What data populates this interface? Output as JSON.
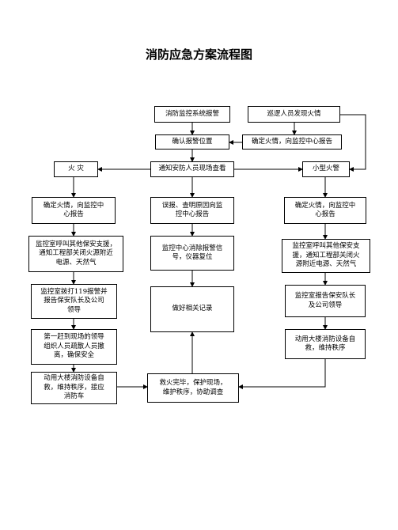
{
  "title": "消防应急方案流程图",
  "nodes": {
    "system_alarm": "消防监控系统报警",
    "patrol_found_fire": "巡逻人员发现火情",
    "confirm_alarm_location": "确认报警位置",
    "confirm_fire_report_center_top": "确定火情，向监控中心报告",
    "notify_security_check": "通知安防人员现场查看",
    "fire": "火  灾",
    "small_fire": "小型火警",
    "left_confirm_fire_report": "确定火情，向监控中\n心报告",
    "false_alarm_find_cause": "误报、查明原因向监\n控中心报告",
    "right_confirm_fire_report": "确定火情，向监控中\n心报告",
    "left_call_security_cut_power": "监控室呼叫其他保安支援，\n通知工程部关闭火源附近\n电源、天然气",
    "center_clear_alarm_reset": "监控中心消除报警信\n号，仪器复位",
    "right_call_security_cut_power": "监控室呼叫其他保安支\n援，通知工程部关闭火\n源附近电源、天然气",
    "left_dial_119": "监控室拨打119报警并\n报告保安队长及公司\n领导",
    "make_records": "做好相关记录",
    "right_report_leader": "监控室报告保安队长\n及公司领导",
    "first_arrival_evacuate": "第一赶到现场的领导\n组织人员疏散人员撤\n离，确保安全",
    "right_use_equipment": "动用大楼消防设备自\n救，维持秩序",
    "left_use_equipment_fire_truck": "动用大楼消防设备自\n救，维持秩序，接应\n消防车",
    "fire_extinguished_protect_scene": "救火完毕，保护现场，\n维护秩序，协助调查"
  }
}
